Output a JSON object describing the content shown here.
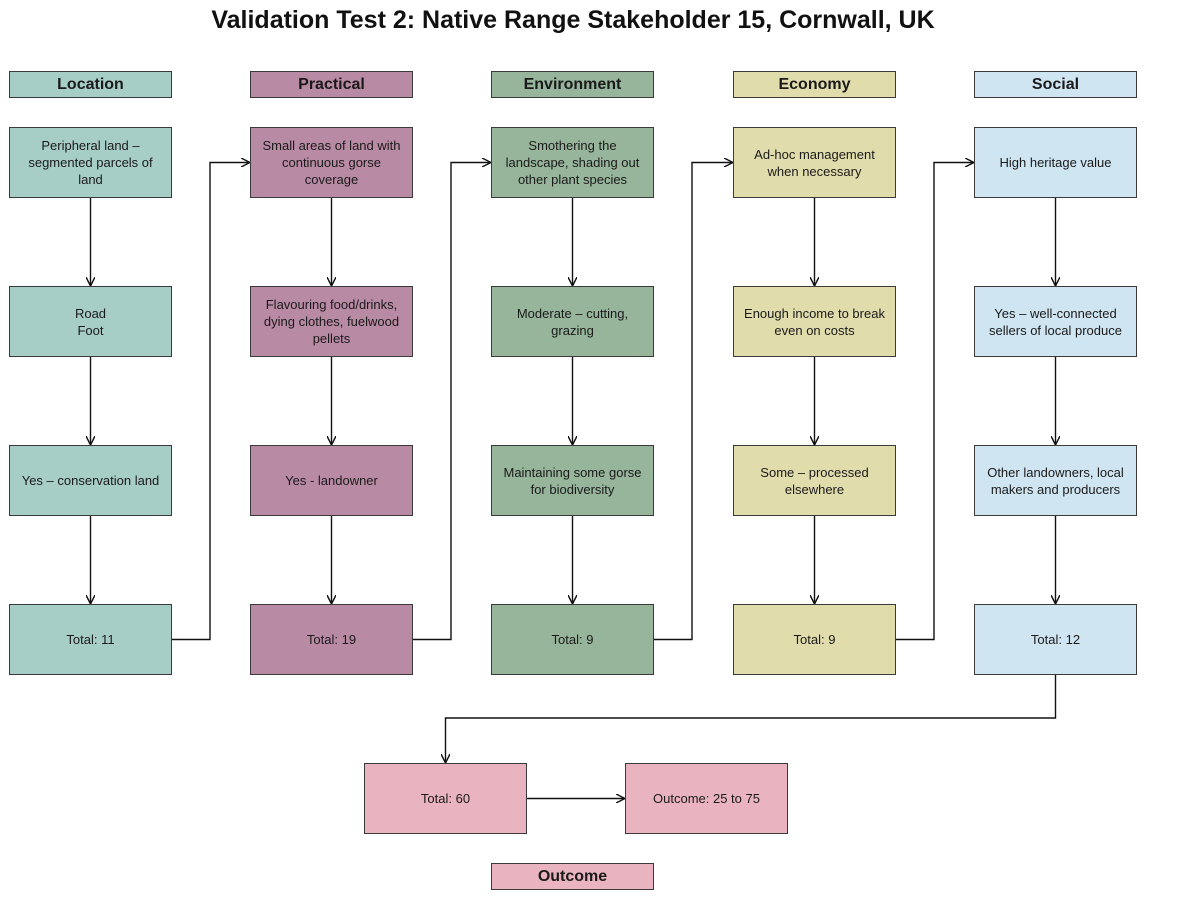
{
  "title": "Validation Test 2: Native Range Stakeholder 15, Cornwall, UK",
  "colors": {
    "location": "#a7cdc7",
    "practical": "#b98aa4",
    "environment": "#97b59b",
    "economy": "#e1dcac",
    "social": "#cfe5f2",
    "outcome": "#e9b3bf",
    "border": "#3a3a3a"
  },
  "columns": [
    {
      "key": "location",
      "header": "Location",
      "boxes": [
        "Peripheral land –\nsegmented parcels of\nland",
        "Road\nFoot",
        "Yes – conservation land",
        "Total: 11"
      ]
    },
    {
      "key": "practical",
      "header": "Practical",
      "boxes": [
        "Small areas of land with\ncontinuous gorse\ncoverage",
        "Flavouring food/drinks,\ndying clothes, fuelwood\npellets",
        "Yes - landowner",
        "Total: 19"
      ]
    },
    {
      "key": "environment",
      "header": "Environment",
      "boxes": [
        "Smothering the\nlandscape, shading out\nother plant species",
        "Moderate – cutting,\ngrazing",
        "Maintaining some gorse\nfor biodiversity",
        "Total: 9"
      ]
    },
    {
      "key": "economy",
      "header": "Economy",
      "boxes": [
        "Ad-hoc management\nwhen necessary",
        "Enough income to break\neven on costs",
        "Some – processed\nelsewhere",
        "Total: 9"
      ]
    },
    {
      "key": "social",
      "header": "Social",
      "boxes": [
        "High heritage value",
        "Yes – well-connected\nsellers of local produce",
        "Other landowners, local\nmakers and producers",
        "Total: 12"
      ]
    }
  ],
  "outcome": {
    "total": "Total: 60",
    "result": "Outcome: 25 to 75",
    "header": "Outcome"
  }
}
